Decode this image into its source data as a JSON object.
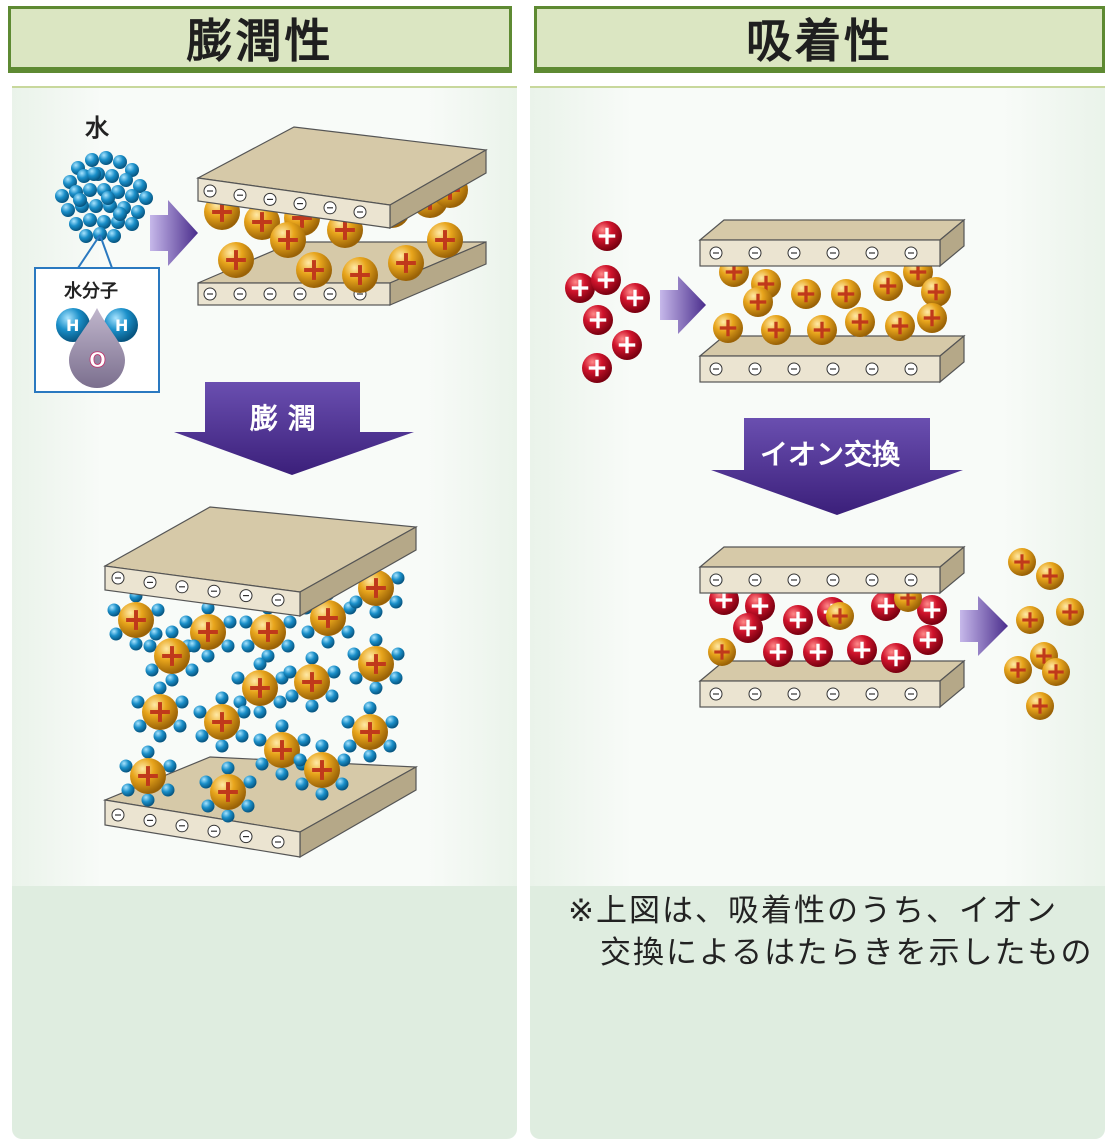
{
  "left": {
    "title": "膨潤性",
    "water_label": "水",
    "molecule_label": "水分子",
    "h_label": "H",
    "o_label": "O",
    "arrow_label": "膨 潤"
  },
  "right": {
    "title": "吸着性",
    "arrow_label": "イオン交換",
    "note_line1": "※上図は、吸着性のうち、イオン",
    "note_line2": "交換によるはたらきを示したもの"
  },
  "colors": {
    "header_bg": "#dbe6c2",
    "header_border": "#5e8a32",
    "arrow": "#5b3e9a",
    "plate": "#d9ceb3",
    "cation": "#e2a21a",
    "red_ion": "#c8102e",
    "water": "#1a8fc9"
  }
}
